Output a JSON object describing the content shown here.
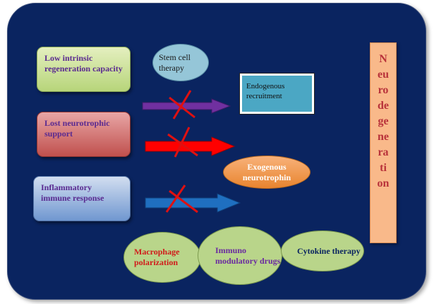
{
  "boxes": {
    "low_regeneration": "Low intrinsic regeneration capacity",
    "lost_neurotrophic": "Lost neurotrophic support",
    "inflammatory": "Inflammatory immune response"
  },
  "therapies": {
    "stem_cell": "Stem cell therapy",
    "endogenous": "Endogenous recruitment",
    "exogenous": "Exogenous neurotrophin",
    "macrophage": "Macrophage polarization",
    "immunomodulatory": "Immuno modulatory drugs",
    "cytokine": "Cytokine therapy"
  },
  "outcome": {
    "syllables": [
      "N",
      "eu",
      "ro",
      "de",
      "ge",
      "ne",
      "ra",
      "ti",
      "on"
    ]
  },
  "colors": {
    "background": "#0a2460",
    "arrow_purple": "#7030a0",
    "arrow_red": "#ff0000",
    "arrow_blue": "#1f6fc0",
    "cross": "#e01010"
  }
}
